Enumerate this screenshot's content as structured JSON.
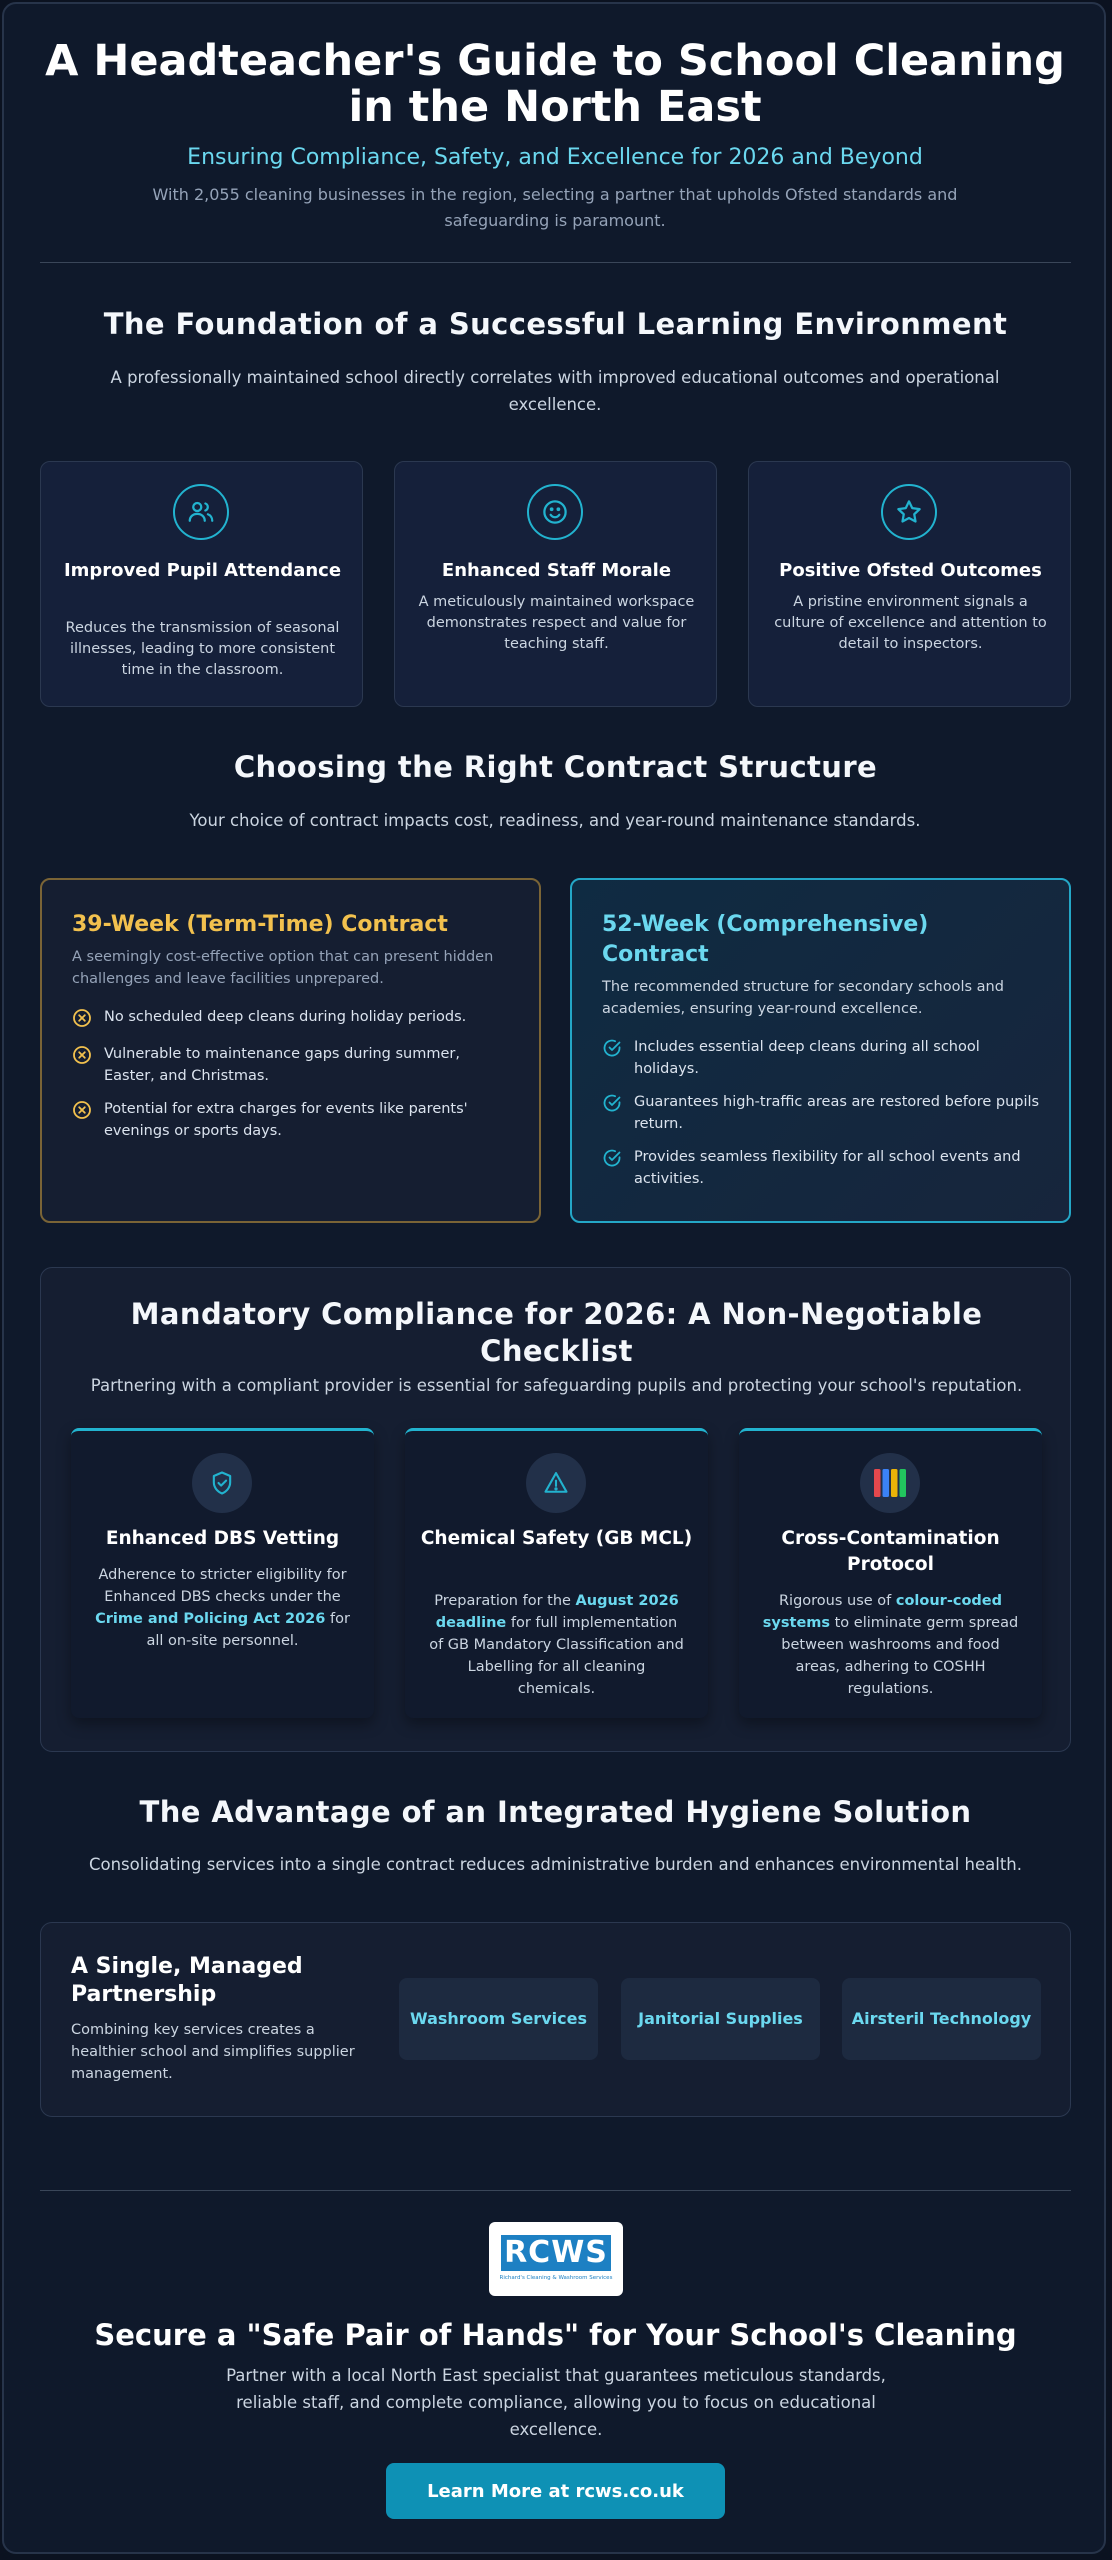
{
  "header": {
    "title": "A Headteacher's Guide to School Cleaning in the North East",
    "subtitle": "Ensuring Compliance, Safety, and Excellence for 2026 and Beyond",
    "intro": "With 2,055 cleaning businesses in the region, selecting a partner that upholds Ofsted standards and safeguarding is paramount."
  },
  "foundation": {
    "title": "The Foundation of a Successful Learning Environment",
    "text": "A professionally maintained school directly correlates with improved educational outcomes and operational excellence.",
    "cards": [
      {
        "icon": "users-icon",
        "title": "Improved Pupil Attendance",
        "text": "Reduces the transmission of seasonal illnesses, leading to more consistent time in the classroom."
      },
      {
        "icon": "smile-icon",
        "title": "Enhanced Staff Morale",
        "text": "A meticulously maintained workspace demonstrates respect and value for teaching staff."
      },
      {
        "icon": "star-icon",
        "title": "Positive Ofsted Outcomes",
        "text": "A pristine environment signals a culture of excellence and attention to detail to inspectors."
      }
    ]
  },
  "contracts": {
    "title": "Choosing the Right Contract Structure",
    "text": "Your choice of contract impacts cost, readiness, and year-round maintenance standards.",
    "term_time": {
      "title": "39-Week (Term-Time) Contract",
      "desc": "A seemingly cost-effective option that can present hidden challenges and leave facilities unprepared.",
      "points": [
        "No scheduled deep cleans during holiday periods.",
        "Vulnerable to maintenance gaps during summer, Easter, and Christmas.",
        "Potential for extra charges for events like parents' evenings or sports days."
      ]
    },
    "comprehensive": {
      "title": "52-Week (Comprehensive) Contract",
      "desc": "The recommended structure for secondary schools and academies, ensuring year-round excellence.",
      "points": [
        "Includes essential deep cleans during all school holidays.",
        "Guarantees high-traffic areas are restored before pupils return.",
        "Provides seamless flexibility for all school events and activities."
      ]
    }
  },
  "compliance": {
    "title": "Mandatory Compliance for 2026: A Non-Negotiable Checklist",
    "text": "Partnering with a compliant provider is essential for safeguarding pupils and protecting your school's reputation.",
    "cards": [
      {
        "icon": "shield-check-icon",
        "title": "Enhanced DBS Vetting",
        "text_a": "Adherence to stricter eligibility for Enhanced DBS checks under the ",
        "highlight": "Crime and Policing Act 2026",
        "text_b": " for all on-site personnel."
      },
      {
        "icon": "warning-triangle-icon",
        "title": "Chemical Safety (GB MCL)",
        "text_a": "Preparation for the ",
        "highlight": "August 2026 deadline",
        "text_b": " for full implementation of GB Mandatory Classification and Labelling for all cleaning chemicals."
      },
      {
        "icon": "colour-code-icon",
        "title": "Cross-Contamination Protocol",
        "text_a": "Rigorous use of ",
        "highlight": "colour-coded systems",
        "text_b": " to eliminate germ spread between washrooms and food areas, adhering to COSHH regulations."
      }
    ],
    "colour_codes": [
      "#e5484d",
      "#3b82f6",
      "#eab308",
      "#22c55e"
    ]
  },
  "integrated": {
    "title": "The Advantage of an Integrated Hygiene Solution",
    "text": "Consolidating services into a single contract reduces administrative burden and enhances environmental health.",
    "partnership_title": "A Single, Managed Partnership",
    "partnership_text": "Combining key services creates a healthier school and simplifies supplier management.",
    "services": [
      "Washroom Services",
      "Janitorial Supplies",
      "Airsteril Technology"
    ]
  },
  "footer": {
    "logo_text": "RCWS",
    "logo_tagline": "Richard's Cleaning & Washroom Services",
    "title": "Secure a \"Safe Pair of Hands\" for Your School's Cleaning",
    "text": "Partner with a local North East specialist that guarantees meticulous standards, reliable staff, and complete compliance, allowing you to focus on educational excellence.",
    "cta": "Learn More at rcws.co.uk"
  },
  "colors": {
    "accent": "#22b3cf",
    "warning": "#f2c14e",
    "background": "#0f192b"
  }
}
